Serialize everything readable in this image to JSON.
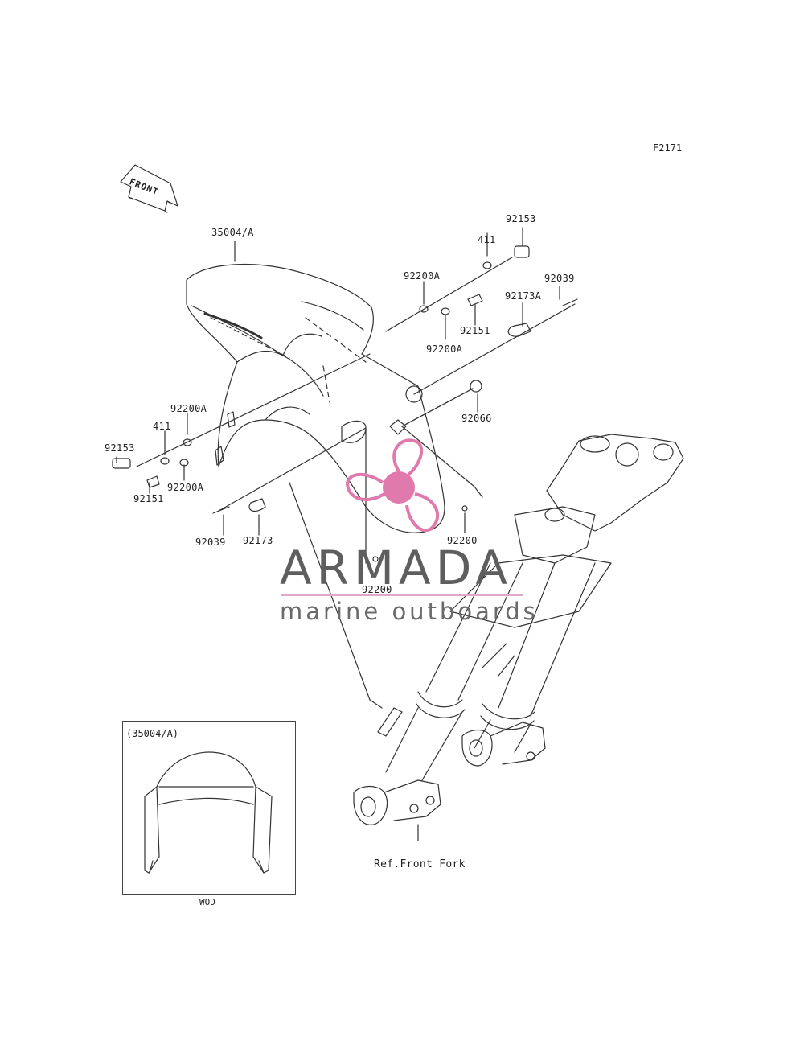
{
  "diagram": {
    "figure_code": "F2171",
    "front_arrow_label": "FRONT",
    "part_labels": {
      "fender": "35004/A",
      "bolt_left": "92153",
      "washer_left": "411",
      "spacer_left_top": "92200A",
      "spacer_left_bottom": "92200A",
      "screw_left": "92151",
      "pin_left": "92039",
      "clamp_left": "92173",
      "bolt_right": "92153",
      "washer_right": "411",
      "spacer_right_top": "92200A",
      "spacer_right_bottom": "92200A",
      "screw_right": "92151",
      "clamp_right": "92173A",
      "pin_right": "92039",
      "grommet": "92066",
      "washer_small_right": "92200",
      "washer_small_center": "92200"
    },
    "ref_label": "Ref.Front Fork",
    "inset": {
      "label": "(35004/A)",
      "caption": "WOD"
    }
  },
  "watermark": {
    "title": "ARMADA",
    "subtitle": "marine outboards",
    "accent_color": "#e07aac",
    "icon": "propeller-logo-icon"
  },
  "colors": {
    "line": "#333333",
    "text": "#222222",
    "background": "#ffffff"
  }
}
